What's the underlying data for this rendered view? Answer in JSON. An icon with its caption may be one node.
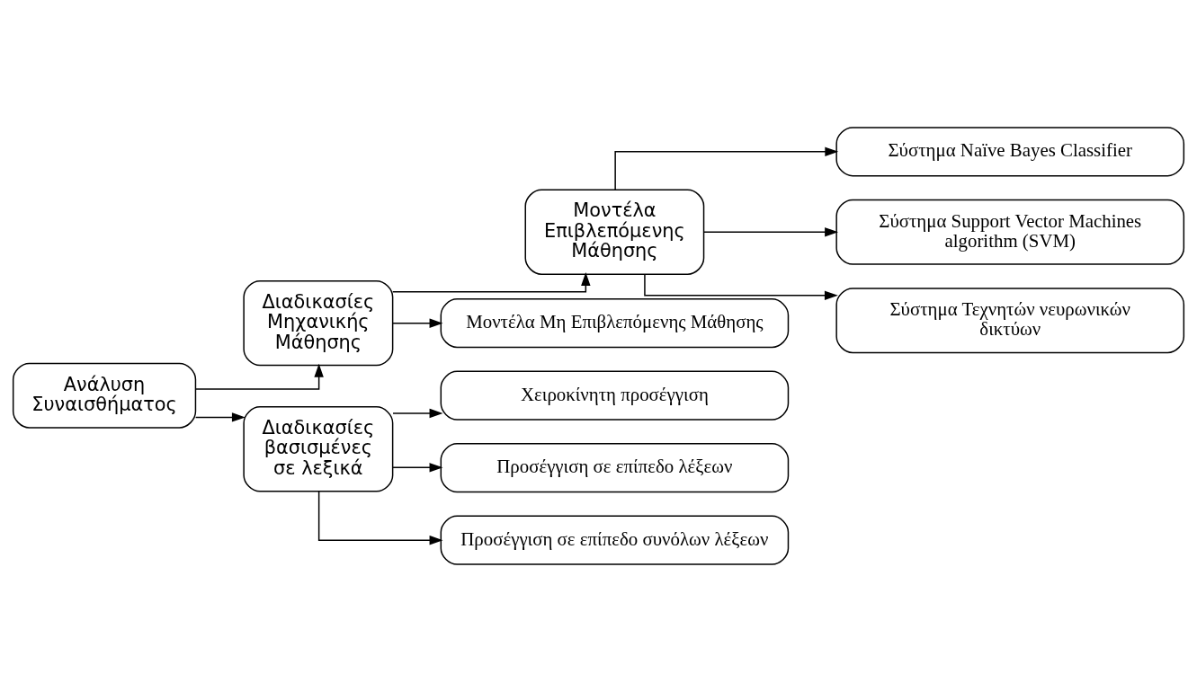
{
  "diagram": {
    "nodes": [
      {
        "text": [
          "Ανάλυση Συναισθήματος"
        ]
      },
      {
        "text": [
          "Διαδικασίες Μηχανικής Μάθησης"
        ]
      },
      {
        "text": [
          "Μοντέλα Επιβλεπόμενης Μάθησης"
        ]
      },
      {
        "text": [
          "Σύστημα Naïve Bayes Classifier"
        ]
      },
      {
        "text": [
          "Σύστημα Support Vector Machines algorithm (SVM)"
        ]
      },
      {
        "text": [
          "Σύστημα Τεχνητών νευρωνικών δικτύων"
        ]
      },
      {
        "text": [
          "Μοντέλα Μη Επιβλεπόμενης Μάθησης"
        ]
      },
      {
        "text": [
          "Διαδικασίες βασισμένες σε λεξικά"
        ]
      },
      {
        "text": [
          "Χειροκίνητη προσέγγιση"
        ]
      },
      {
        "text": [
          "Προσέγγιση σε επίπεδο λέξεων"
        ]
      },
      {
        "text": [
          "Προσέγγιση σε επίπεδο συνόλων λέξεων"
        ]
      }
    ],
    "edges": [
      {
        "from": 0,
        "to": 1,
        "arrow": "to"
      },
      {
        "from": 0,
        "to": 7,
        "arrow": "to"
      },
      {
        "from": 1,
        "to": 2,
        "arrow": "to"
      },
      {
        "from": 1,
        "to": 6,
        "arrow": "to"
      },
      {
        "from": 2,
        "to": 3,
        "arrow": "to"
      },
      {
        "from": 2,
        "to": 4,
        "arrow": "to"
      },
      {
        "from": 2,
        "to": 5,
        "arrow": "to"
      },
      {
        "from": 7,
        "to": 8,
        "arrow": "to"
      },
      {
        "from": 7,
        "to": 9,
        "arrow": "to"
      },
      {
        "from": 7,
        "to": 10,
        "arrow": "to"
      }
    ]
  }
}
